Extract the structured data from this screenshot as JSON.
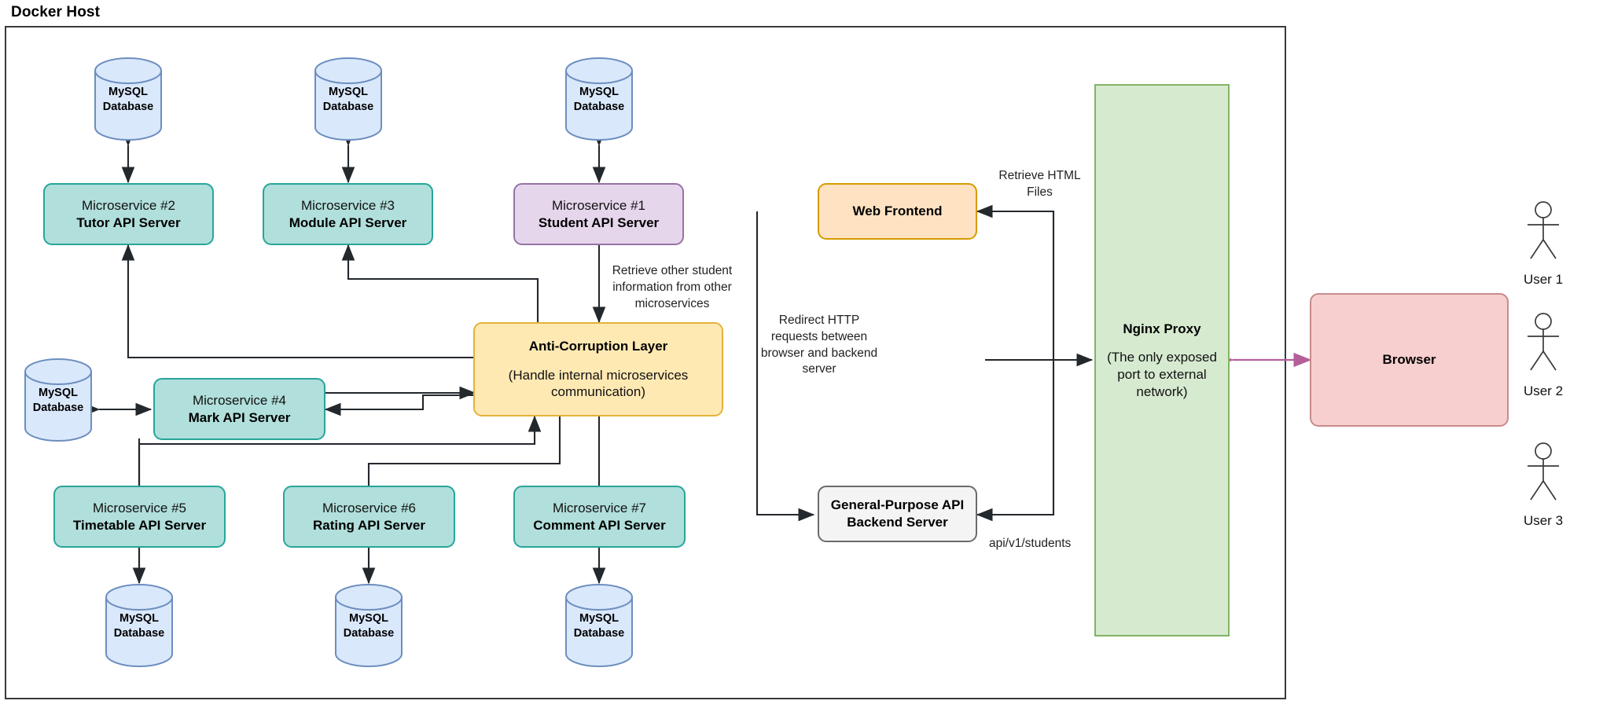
{
  "diagram": {
    "title": "Docker Host",
    "type": "architecture-diagram"
  },
  "databases": [
    {
      "id": "db-tutor",
      "label_line1": "MySQL",
      "label_line2": "Database"
    },
    {
      "id": "db-module",
      "label_line1": "MySQL",
      "label_line2": "Database"
    },
    {
      "id": "db-student",
      "label_line1": "MySQL",
      "label_line2": "Database"
    },
    {
      "id": "db-mark",
      "label_line1": "MySQL",
      "label_line2": "Database"
    },
    {
      "id": "db-timetable",
      "label_line1": "MySQL",
      "label_line2": "Database"
    },
    {
      "id": "db-rating",
      "label_line1": "MySQL",
      "label_line2": "Database"
    },
    {
      "id": "db-comment",
      "label_line1": "MySQL",
      "label_line2": "Database"
    }
  ],
  "microservices": [
    {
      "id": "ms1",
      "number": "Microservice #1",
      "name": "Student API Server",
      "color": "#e5d6ec"
    },
    {
      "id": "ms2",
      "number": "Microservice #2",
      "name": "Tutor API Server",
      "color": "#b1dfdb"
    },
    {
      "id": "ms3",
      "number": "Microservice #3",
      "name": "Module API Server",
      "color": "#b1dfdb"
    },
    {
      "id": "ms4",
      "number": "Microservice #4",
      "name": "Mark API Server",
      "color": "#b1dfdb"
    },
    {
      "id": "ms5",
      "number": "Microservice #5",
      "name": "Timetable API Server",
      "color": "#b1dfdb"
    },
    {
      "id": "ms6",
      "number": "Microservice #6",
      "name": "Rating API Server",
      "color": "#b1dfdb"
    },
    {
      "id": "ms7",
      "number": "Microservice #7",
      "name": "Comment API Server",
      "color": "#b1dfdb"
    }
  ],
  "acl": {
    "title": "Anti-Corruption Layer",
    "subtitle_line1": "(Handle internal microservices",
    "subtitle_line2": "communication)",
    "color": "#ffe9b3"
  },
  "web_frontend": {
    "label": "Web Frontend",
    "color": "#ffe2c2"
  },
  "backend": {
    "line1": "General-Purpose API",
    "line2": "Backend Server",
    "color": "#f4f4f4"
  },
  "nginx": {
    "title": "Nginx Proxy",
    "note_line1": "(The only exposed",
    "note_line2": "port to external",
    "note_line3": "network)",
    "color": "#d6ead0"
  },
  "browser": {
    "label": "Browser",
    "color": "#f7cfcf"
  },
  "actors": [
    {
      "id": "user1",
      "label": "User 1"
    },
    {
      "id": "user2",
      "label": "User 2"
    },
    {
      "id": "user3",
      "label": "User 3"
    }
  ],
  "edge_labels": {
    "retrieve_other": "Retrieve other student\ninformation from other\nmicroservices",
    "retrieve_other_l1": "Retrieve other student",
    "retrieve_other_l2": "information from other",
    "retrieve_other_l3": "microservices",
    "retrieve_html_l1": "Retrieve HTML",
    "retrieve_html_l2": "Files",
    "redirect_l1": "Redirect HTTP",
    "redirect_l2": "requests between",
    "redirect_l3": "browser and backend",
    "redirect_l4": "server",
    "api_path": "api/v1/students"
  },
  "colors": {
    "teal": "#b1dfdb",
    "teal_border": "#27a69a",
    "purple": "#e5d6ec",
    "purple_border": "#9673a6",
    "yellow": "#ffe9b3",
    "yellow_border": "#e3b23c",
    "orange": "#ffe2c2",
    "orange_border": "#d79b00",
    "grey": "#f4f4f4",
    "grey_border": "#6b6b6b",
    "pink": "#f7cfcf",
    "pink_border": "#c98b8b",
    "green": "#d6ead0",
    "green_border": "#82b366",
    "db_fill": "#dae8fc",
    "db_border": "#6c8ebf",
    "arrow": "#23282d",
    "arrow_pink": "#b45f9a"
  }
}
